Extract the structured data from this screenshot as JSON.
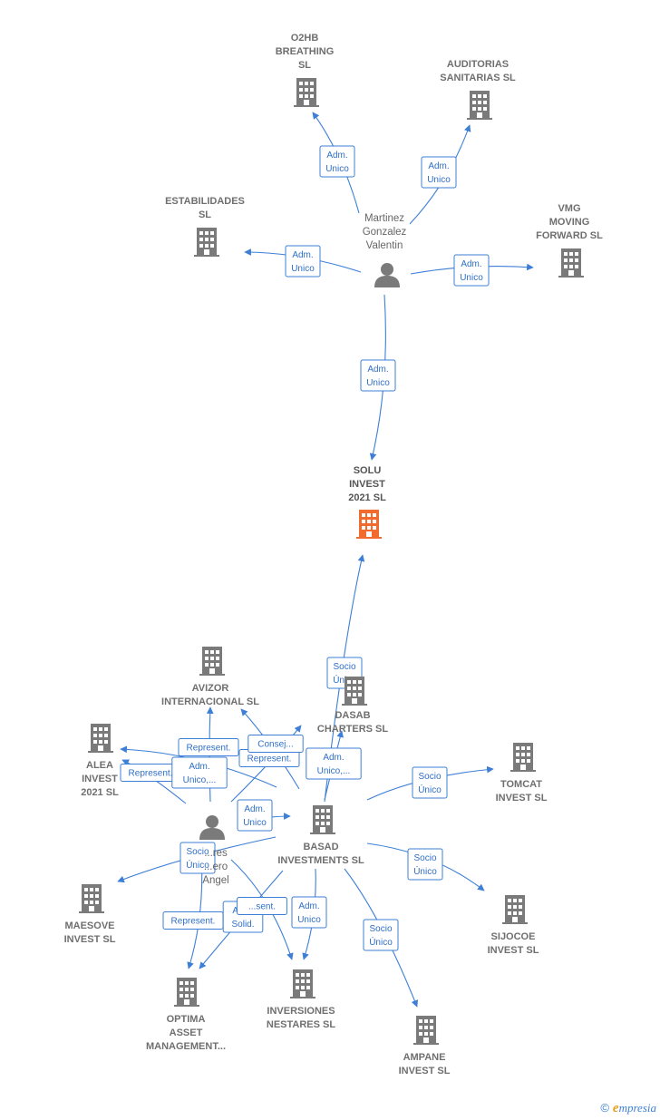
{
  "colors": {
    "edge": "#3d7fd6",
    "building": "#7a7a7a",
    "main_building": "#f26b2e",
    "person": "#7a7a7a"
  },
  "nodes": [
    {
      "id": "o2hb",
      "kind": "company",
      "icon": "building-icon",
      "label": [
        "O2HB",
        "BREATHING",
        "SL"
      ]
    },
    {
      "id": "auditorias",
      "kind": "company",
      "icon": "building-icon",
      "label": [
        "AUDITORIAS",
        "SANITARIAS SL"
      ]
    },
    {
      "id": "estabilidades",
      "kind": "company",
      "icon": "building-icon",
      "label": [
        "ESTABILIDADES",
        "SL"
      ]
    },
    {
      "id": "vmg",
      "kind": "company",
      "icon": "building-icon",
      "label": [
        "VMG",
        "MOVING",
        "FORWARD SL"
      ]
    },
    {
      "id": "martinez",
      "kind": "person",
      "icon": "person-icon",
      "label": [
        "Martinez",
        "Gonzalez",
        "Valentin"
      ]
    },
    {
      "id": "solu",
      "kind": "main",
      "icon": "building-icon",
      "label": [
        "SOLU",
        "INVEST",
        "2021 SL"
      ]
    },
    {
      "id": "avizor",
      "kind": "company",
      "icon": "building-icon",
      "label": [
        "AVIZOR",
        "INTERNACIONAL SL"
      ]
    },
    {
      "id": "dasab",
      "kind": "company",
      "icon": "building-icon",
      "label": [
        "DASAB",
        "CHARTERS SL"
      ]
    },
    {
      "id": "alea",
      "kind": "company",
      "icon": "building-icon",
      "label": [
        "ALEA",
        "INVEST",
        "2021 SL"
      ]
    },
    {
      "id": "tomcat",
      "kind": "company",
      "icon": "building-icon",
      "label": [
        "TOMCAT",
        "INVEST SL"
      ]
    },
    {
      "id": "angel",
      "kind": "person",
      "icon": "person-icon",
      "label": [
        "...res",
        "...ero",
        "Angel"
      ]
    },
    {
      "id": "basad",
      "kind": "company",
      "icon": "building-icon",
      "label": [
        "BASAD",
        "INVESTMENTS SL"
      ]
    },
    {
      "id": "maesove",
      "kind": "company",
      "icon": "building-icon",
      "label": [
        "MAESOVE",
        "INVEST SL"
      ]
    },
    {
      "id": "sijocoe",
      "kind": "company",
      "icon": "building-icon",
      "label": [
        "SIJOCOE",
        "INVEST SL"
      ]
    },
    {
      "id": "optima",
      "kind": "company",
      "icon": "building-icon",
      "label": [
        "OPTIMA",
        "ASSET",
        "MANAGEMENT..."
      ]
    },
    {
      "id": "inversiones",
      "kind": "company",
      "icon": "building-icon",
      "label": [
        "INVERSIONES",
        "NESTARES SL"
      ]
    },
    {
      "id": "ampane",
      "kind": "company",
      "icon": "building-icon",
      "label": [
        "AMPANE",
        "INVEST SL"
      ]
    }
  ],
  "edges": [
    {
      "from": "martinez",
      "to": "o2hb",
      "label": [
        "Adm.",
        "Unico"
      ]
    },
    {
      "from": "martinez",
      "to": "auditorias",
      "label": [
        "Adm.",
        "Unico"
      ]
    },
    {
      "from": "martinez",
      "to": "estabilidades",
      "label": [
        "Adm.",
        "Unico"
      ]
    },
    {
      "from": "martinez",
      "to": "vmg",
      "label": [
        "Adm.",
        "Unico"
      ]
    },
    {
      "from": "martinez",
      "to": "solu",
      "label": [
        "Adm.",
        "Unico"
      ]
    },
    {
      "from": "basad",
      "to": "solu",
      "label": [
        "Socio",
        "Único"
      ]
    },
    {
      "from": "basad",
      "to": "tomcat",
      "label": [
        "Socio",
        "Único"
      ]
    },
    {
      "from": "basad",
      "to": "sijocoe",
      "label": [
        "Socio",
        "Único"
      ]
    },
    {
      "from": "basad",
      "to": "ampane",
      "label": [
        "Socio",
        "Único"
      ]
    },
    {
      "from": "basad",
      "to": "maesove",
      "label": [
        "Socio",
        "Único"
      ]
    },
    {
      "from": "basad",
      "to": "inversiones",
      "label": [
        "Adm.",
        "Unico"
      ]
    },
    {
      "from": "basad",
      "to": "dasab",
      "label": [
        "Adm.",
        "Unico,..."
      ]
    },
    {
      "from": "basad",
      "to": "alea",
      "label": [
        "Represent."
      ]
    },
    {
      "from": "basad",
      "to": "avizor",
      "label": [
        "Represent."
      ]
    },
    {
      "from": "basad",
      "to": "optima",
      "label": [
        "Adm.",
        "Solid."
      ]
    },
    {
      "from": "angel",
      "to": "avizor",
      "label": [
        "Represent."
      ]
    },
    {
      "from": "angel",
      "to": "alea",
      "label": [
        "Adm.",
        "Unico,..."
      ]
    },
    {
      "from": "angel",
      "to": "dasab",
      "label": [
        "Consej..."
      ]
    },
    {
      "from": "angel",
      "to": "basad",
      "label": [
        "Adm.",
        "Unico"
      ]
    },
    {
      "from": "angel",
      "to": "optima",
      "label": [
        "Represent."
      ]
    },
    {
      "from": "angel",
      "to": "inversiones",
      "label": [
        "...sent."
      ]
    }
  ],
  "footer": {
    "copyright": "©",
    "brand_first": "e",
    "brand_rest": "mpresia"
  }
}
